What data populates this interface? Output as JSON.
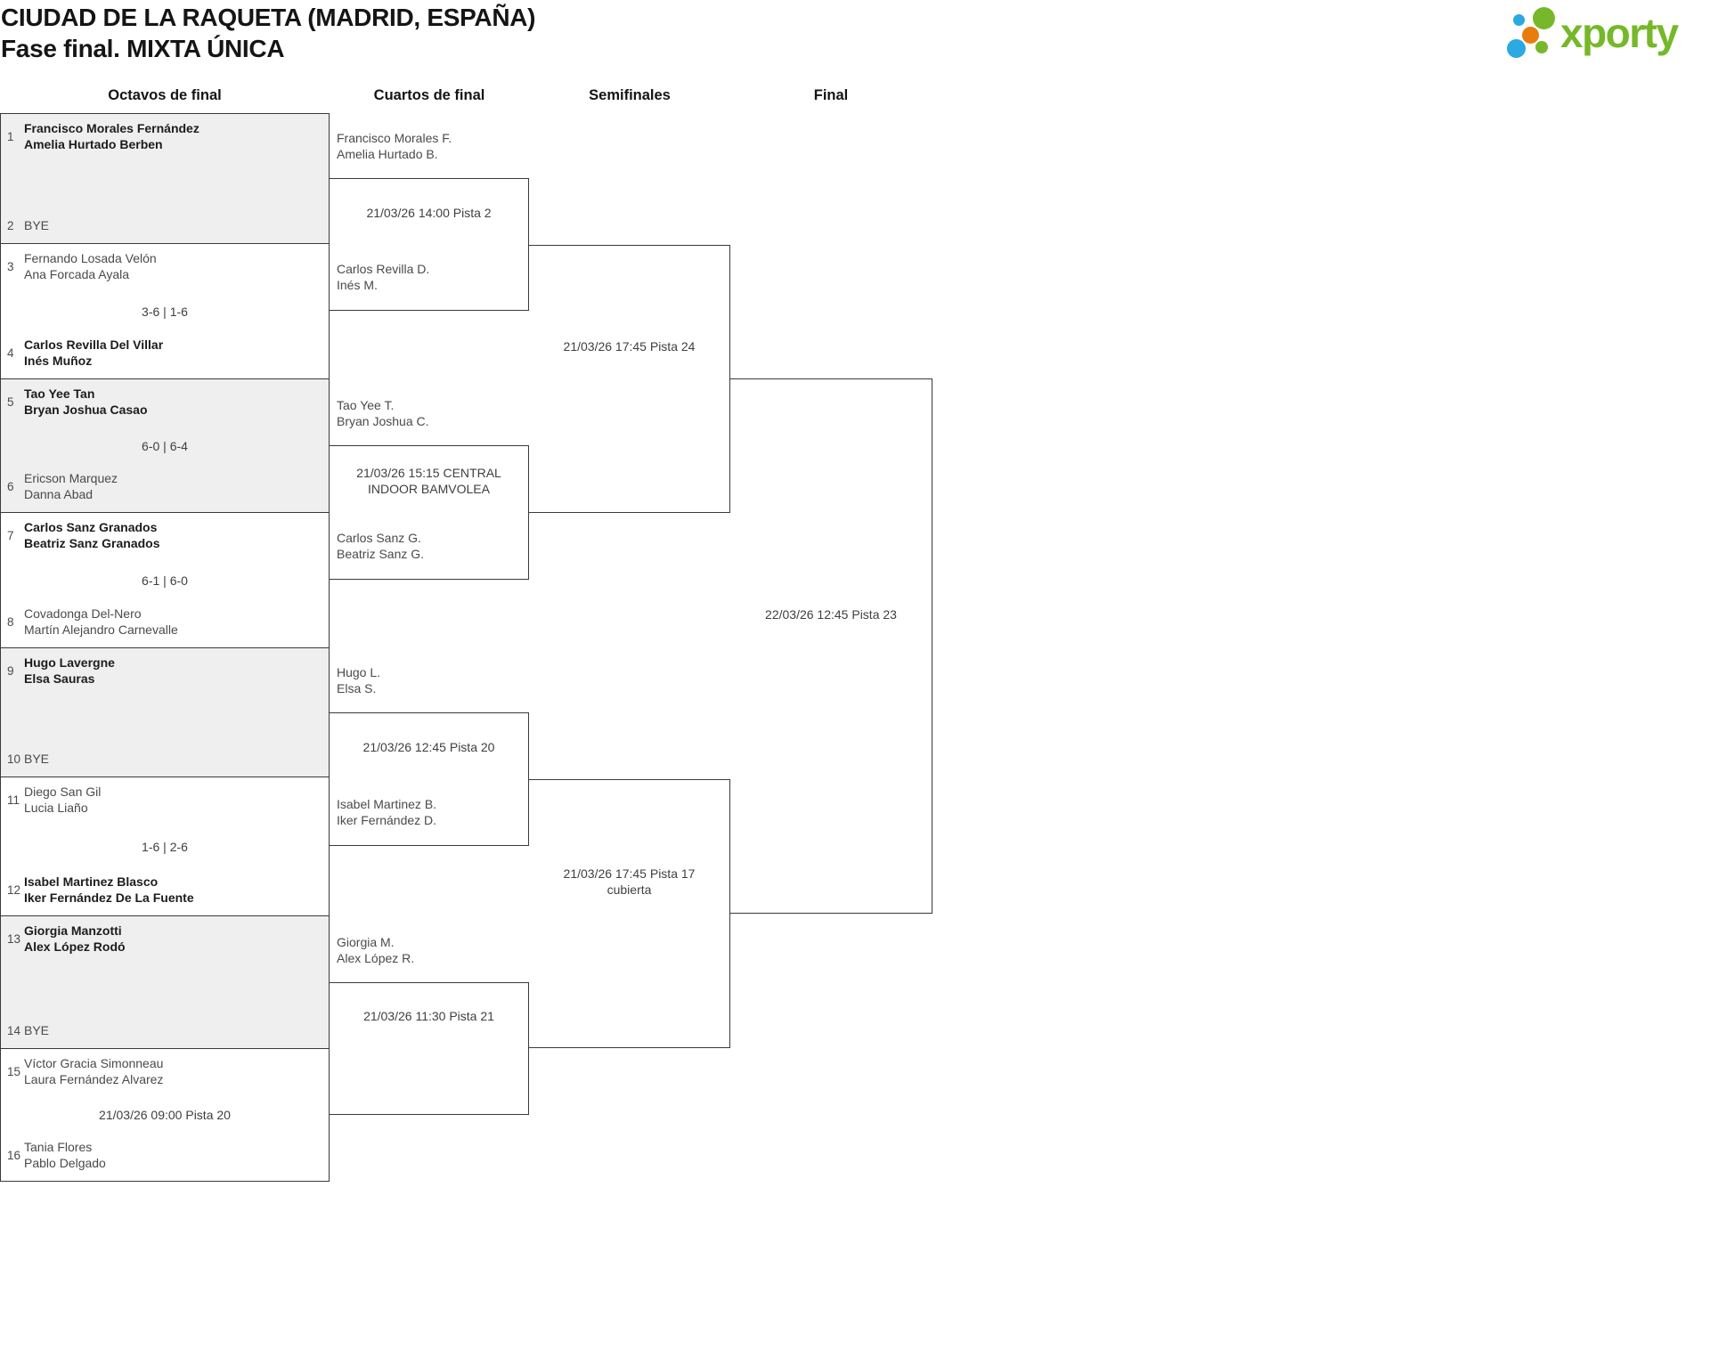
{
  "page": {
    "title_line1": "CIUDAD DE LA RAQUETA (MADRID, ESPAÑA)",
    "title_line2": "Fase final. MIXTA ÚNICA",
    "logo_text": "xporty"
  },
  "rounds": [
    "Octavos de final",
    "Cuartos de final",
    "Semifinales",
    "Final"
  ],
  "colors": {
    "brand_green": "#76b82a",
    "brand_blue": "#2ba9e0",
    "brand_orange": "#e87d0d",
    "bye_row_fill": "#efefef",
    "border": "#3a3a3a"
  },
  "bracket": {
    "octavos": [
      {
        "seed_top": "1",
        "team_top": [
          "Francisco Morales Fernández",
          "Amelia Hurtado Berben"
        ],
        "top_winner": true,
        "center": [],
        "seed_bottom": "2",
        "team_bottom": [
          "BYE"
        ],
        "bottom_winner": false
      },
      {
        "seed_top": "3",
        "team_top": [
          "Fernando Losada Velón",
          "Ana Forcada Ayala"
        ],
        "top_winner": false,
        "center": [
          "3-6 | 1-6"
        ],
        "seed_bottom": "4",
        "team_bottom": [
          "Carlos Revilla Del Villar",
          "Inés Muñoz"
        ],
        "bottom_winner": true
      },
      {
        "seed_top": "5",
        "team_top": [
          "Tao Yee Tan",
          "Bryan Joshua Casao"
        ],
        "top_winner": true,
        "center": [
          "6-0 | 6-4"
        ],
        "seed_bottom": "6",
        "team_bottom": [
          "Ericson Marquez",
          "Danna Abad"
        ],
        "bottom_winner": false
      },
      {
        "seed_top": "7",
        "team_top": [
          "Carlos Sanz Granados",
          "Beatriz Sanz Granados"
        ],
        "top_winner": true,
        "center": [
          "6-1 | 6-0"
        ],
        "seed_bottom": "8",
        "team_bottom": [
          "Covadonga Del-Nero",
          "Martín Alejandro Carnevalle"
        ],
        "bottom_winner": false
      },
      {
        "seed_top": "9",
        "team_top": [
          "Hugo Lavergne",
          "Elsa Sauras"
        ],
        "top_winner": true,
        "center": [],
        "seed_bottom": "10",
        "team_bottom": [
          "BYE"
        ],
        "bottom_winner": false
      },
      {
        "seed_top": "11",
        "team_top": [
          "Diego San Gil",
          "Lucia Liaño"
        ],
        "top_winner": false,
        "center": [
          "1-6 | 2-6"
        ],
        "seed_bottom": "12",
        "team_bottom": [
          "Isabel Martinez Blasco",
          "Iker Fernández De La Fuente"
        ],
        "bottom_winner": true
      },
      {
        "seed_top": "13",
        "team_top": [
          "Giorgia Manzotti",
          "Alex López Rodó"
        ],
        "top_winner": true,
        "center": [],
        "seed_bottom": "14",
        "team_bottom": [
          "BYE"
        ],
        "bottom_winner": false
      },
      {
        "seed_top": "15",
        "team_top": [
          "Víctor Gracia Simonneau",
          "Laura Fernández Alvarez"
        ],
        "top_winner": false,
        "center": [
          "21/03/26 09:00 Pista 20"
        ],
        "seed_bottom": "16",
        "team_bottom": [
          "Tania Flores",
          "Pablo Delgado"
        ],
        "bottom_winner": false
      }
    ],
    "cuartos": [
      {
        "team_top": [
          "Francisco Morales F.",
          "Amelia Hurtado B."
        ],
        "info": [
          "21/03/26 14:00 Pista 2"
        ],
        "team_bottom": [
          "Carlos Revilla D.",
          "Inés M."
        ]
      },
      {
        "team_top": [
          "Tao Yee T.",
          "Bryan Joshua C."
        ],
        "info": [
          "21/03/26 15:15 CENTRAL",
          "INDOOR BAMVOLEA"
        ],
        "team_bottom": [
          "Carlos Sanz G.",
          "Beatriz Sanz G."
        ]
      },
      {
        "team_top": [
          "Hugo L.",
          "Elsa S."
        ],
        "info": [
          "21/03/26 12:45 Pista 20"
        ],
        "team_bottom": [
          "Isabel Martinez B.",
          "Iker Fernández D."
        ]
      },
      {
        "team_top": [
          "Giorgia M.",
          "Alex López R."
        ],
        "info": [
          "21/03/26 11:30 Pista 21"
        ],
        "team_bottom": []
      }
    ],
    "semifinales": [
      {
        "info": [
          "21/03/26 17:45 Pista 24"
        ]
      },
      {
        "info": [
          "21/03/26 17:45 Pista 17",
          "cubierta"
        ]
      }
    ],
    "final": {
      "info": [
        "22/03/26 12:45 Pista 23"
      ]
    }
  }
}
